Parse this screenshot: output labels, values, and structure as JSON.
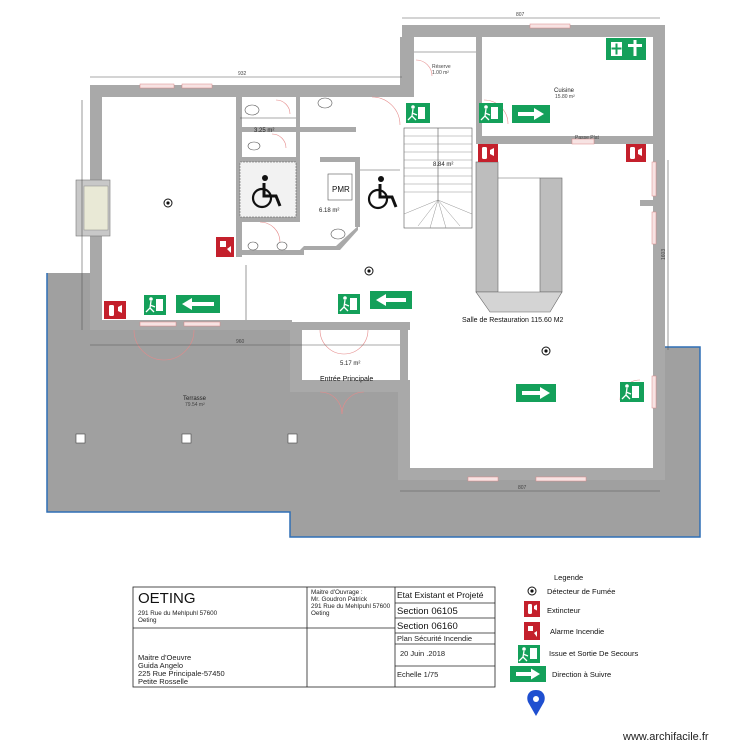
{
  "rooms": {
    "wc_area": "3.25 m²",
    "pmr_label": "PMR",
    "pmr_area": "6.18 m²",
    "hall_area": "8.84 m²",
    "reserve_label": "Réserve",
    "reserve_area": "1.00 m²",
    "cuisine_label": "Cuisine",
    "cuisine_area": "15.80 m²",
    "salle_label": "Salle de Restauration 115.60 M2",
    "entree_area": "5.17 m²",
    "entree_label": "Entrée Principale",
    "terrasse_label": "Terrasse",
    "terrasse_area": "79.54 m²",
    "passe_plat": "Passe Plat"
  },
  "title_block": {
    "project": "OETING",
    "address_line1": "291 Rue du Mehlpuhl 57600",
    "address_line2": "Oeting",
    "moa_line1": "Maitre d'Ouvrage :",
    "moa_line2": "Mr. Goudron Patrick",
    "moa_line3": "291 Rue du Mehlpuhl 57600",
    "moa_line4": "Oeting",
    "moe_line1": "Maitre d'Oeuvre",
    "moe_line2": "Guida Angelo",
    "moe_line3": "225 Rue Principale-57450",
    "moe_line4": "Petite Rosselle",
    "etat": "Etat Existant et Projeté",
    "section1": "Section 06105",
    "section2": "Section 06160",
    "plan": "Plan Sécurité Incendie",
    "date": "20 Juin .2018",
    "scale": "Echelle 1/75"
  },
  "legend": {
    "title": "Legende",
    "items": [
      {
        "label": "Détecteur de Fumée",
        "icon": "smoke-detector-icon"
      },
      {
        "label": "Extincteur",
        "icon": "extinguisher-icon"
      },
      {
        "label": "Alarme Incendie",
        "icon": "fire-alarm-icon"
      },
      {
        "label": "Issue et Sortie De Secours",
        "icon": "emergency-exit-icon"
      },
      {
        "label": "Direction à Suivre",
        "icon": "direction-arrow-icon"
      }
    ]
  },
  "watermark": "www.archifacile.fr",
  "colors": {
    "wall": "#a9a9a9",
    "terrace": "#a0a0a0",
    "terrace_outline": "#2f6fb5",
    "safety_green": "#14a05a",
    "safety_red": "#c4202c"
  }
}
